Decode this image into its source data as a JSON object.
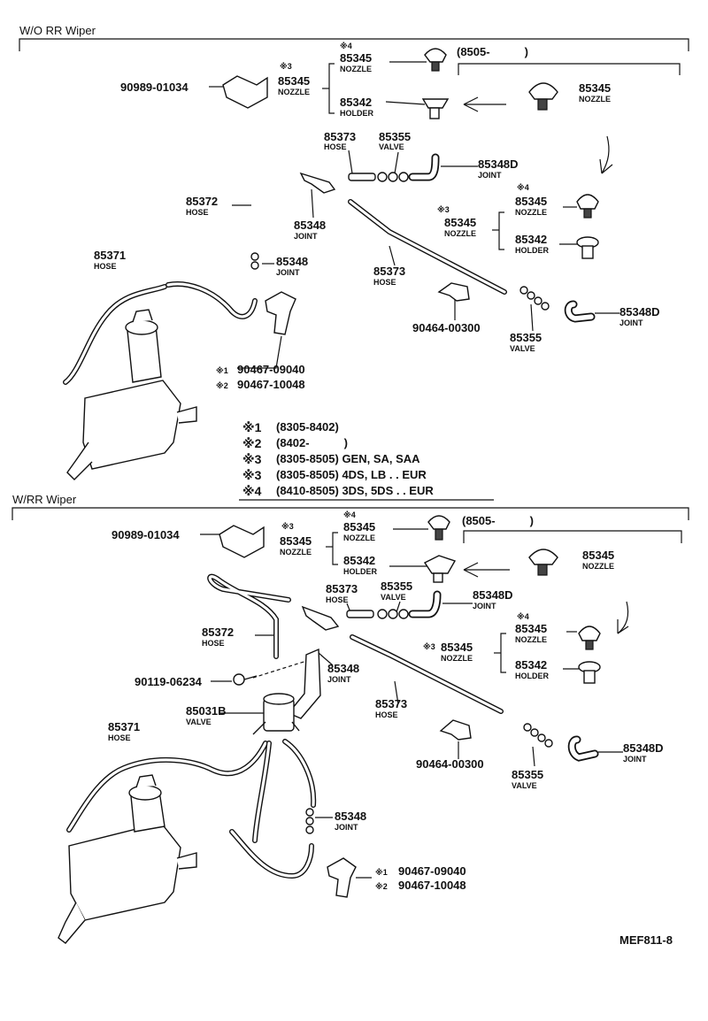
{
  "sections": {
    "top": {
      "title": "W/O RR Wiper",
      "date_range": "(8505-　　　)"
    },
    "bottom": {
      "title": "W/RR Wiper",
      "date_range": "(8505-　　　)"
    }
  },
  "callouts_top": [
    {
      "mark": "※4",
      "num": "85345",
      "name": "NOZZLE"
    },
    {
      "mark": "※3",
      "num": "85345",
      "name": "NOZZLE"
    },
    {
      "mark": "",
      "num": "85342",
      "name": "HOLDER"
    },
    {
      "mark": "",
      "num": "90989-01034",
      "name": ""
    },
    {
      "mark": "",
      "num": "85345",
      "name": "NOZZLE"
    },
    {
      "mark": "",
      "num": "85373",
      "name": "HOSE"
    },
    {
      "mark": "",
      "num": "85355",
      "name": "VALVE"
    },
    {
      "mark": "",
      "num": "85348D",
      "name": "JOINT"
    },
    {
      "mark": "",
      "num": "85372",
      "name": "HOSE"
    },
    {
      "mark": "",
      "num": "85348",
      "name": "JOINT"
    },
    {
      "mark": "※4",
      "num": "85345",
      "name": "NOZZLE"
    },
    {
      "mark": "※3",
      "num": "85345",
      "name": "NOZZLE"
    },
    {
      "mark": "",
      "num": "85342",
      "name": "HOLDER"
    },
    {
      "mark": "",
      "num": "85371",
      "name": "HOSE"
    },
    {
      "mark": "",
      "num": "85348",
      "name": "JOINT"
    },
    {
      "mark": "",
      "num": "85373",
      "name": "HOSE"
    },
    {
      "mark": "",
      "num": "90464-00300",
      "name": ""
    },
    {
      "mark": "",
      "num": "85355",
      "name": "VALVE"
    },
    {
      "mark": "",
      "num": "85348D",
      "name": "JOINT"
    },
    {
      "mark": "※1",
      "num": "90467-09040",
      "name": ""
    },
    {
      "mark": "※2",
      "num": "90467-10048",
      "name": ""
    }
  ],
  "callouts_bottom": [
    {
      "mark": "※4",
      "num": "85345",
      "name": "NOZZLE"
    },
    {
      "mark": "※3",
      "num": "85345",
      "name": "NOZZLE"
    },
    {
      "mark": "",
      "num": "85342",
      "name": "HOLDER"
    },
    {
      "mark": "",
      "num": "90989-01034",
      "name": ""
    },
    {
      "mark": "",
      "num": "85345",
      "name": "NOZZLE"
    },
    {
      "mark": "",
      "num": "85373",
      "name": "HOSE"
    },
    {
      "mark": "",
      "num": "85355",
      "name": "VALVE"
    },
    {
      "mark": "",
      "num": "85348D",
      "name": "JOINT"
    },
    {
      "mark": "",
      "num": "85372",
      "name": "HOSE"
    },
    {
      "mark": "",
      "num": "85348",
      "name": "JOINT"
    },
    {
      "mark": "※4",
      "num": "85345",
      "name": "NOZZLE"
    },
    {
      "mark": "※3",
      "num": "85345",
      "name": "NOZZLE"
    },
    {
      "mark": "",
      "num": "85342",
      "name": "HOLDER"
    },
    {
      "mark": "",
      "num": "90119-06234",
      "name": ""
    },
    {
      "mark": "",
      "num": "85031B",
      "name": "VALVE"
    },
    {
      "mark": "",
      "num": "85373",
      "name": "HOSE"
    },
    {
      "mark": "",
      "num": "85371",
      "name": "HOSE"
    },
    {
      "mark": "",
      "num": "90464-00300",
      "name": ""
    },
    {
      "mark": "",
      "num": "85355",
      "name": "VALVE"
    },
    {
      "mark": "",
      "num": "85348D",
      "name": "JOINT"
    },
    {
      "mark": "",
      "num": "85348",
      "name": "JOINT"
    },
    {
      "mark": "※1",
      "num": "90467-09040",
      "name": ""
    },
    {
      "mark": "※2",
      "num": "90467-10048",
      "name": ""
    }
  ],
  "notes": [
    {
      "mark": "※1",
      "text": "(8305-8402)"
    },
    {
      "mark": "※2",
      "text": "(8402-　　　)"
    },
    {
      "mark": "※3",
      "text": "(8305-8505) GEN, SA, SAA"
    },
    {
      "mark": "※3",
      "text": "(8305-8505) 4DS, LB . . EUR"
    },
    {
      "mark": "※4",
      "text": "(8410-8505) 3DS, 5DS . . EUR"
    }
  ],
  "figure_code": "MEF811-8"
}
